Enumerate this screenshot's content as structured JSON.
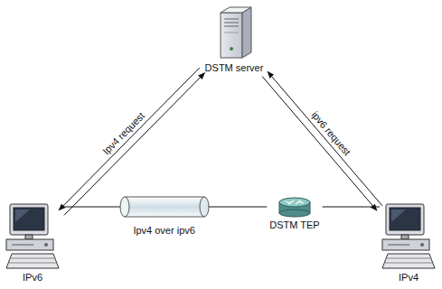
{
  "diagram": {
    "nodes": [
      {
        "text": [
          "DSTM server"
        ]
      },
      {
        "text": [
          "IPv6"
        ]
      },
      {
        "text": [
          "IPv4"
        ]
      },
      {
        "text": [
          "DSTM TEP"
        ]
      }
    ],
    "edges": [
      {
        "from": 1,
        "to": 0,
        "arrow": "to",
        "label": "Ipv4 request"
      },
      {
        "from": 0,
        "to": 1,
        "arrow": "to"
      },
      {
        "from": 0,
        "to": 2,
        "arrow": "to",
        "label": "ipv6 request"
      },
      {
        "from": 2,
        "to": 0,
        "arrow": "to"
      },
      {
        "from": 1,
        "to": 3,
        "arrow": "none",
        "label": "Ipv4 over ipv6"
      },
      {
        "from": 3,
        "to": 2,
        "arrow": "none"
      }
    ]
  }
}
